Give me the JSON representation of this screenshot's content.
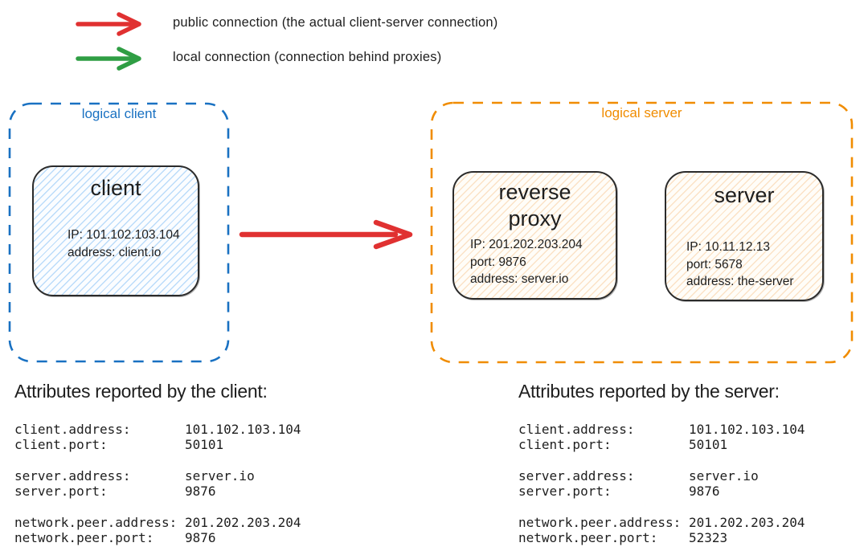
{
  "colors": {
    "public_connection": "#e03131",
    "local_connection": "#2f9e44",
    "logical_client_border": "#1971c2",
    "logical_server_border": "#f08c00",
    "node_stroke": "#2b2b2b",
    "client_fill": "#d6eaff",
    "server_fill": "#ffe9d1",
    "text": "#1e1e1e"
  },
  "legend": {
    "items": [
      {
        "icon": "red-arrow",
        "color": "#e03131",
        "label": "public connection (the actual client-server connection)"
      },
      {
        "icon": "green-arrow",
        "color": "#2f9e44",
        "label": "local connection (connection behind proxies)"
      }
    ]
  },
  "diagram": {
    "logical_client": {
      "label": "logical client",
      "border_color": "#1971c2",
      "nodes": [
        {
          "title": "client",
          "lines": [
            "IP: 101.102.103.104",
            "address: client.io"
          ]
        }
      ]
    },
    "logical_server": {
      "label": "logical server",
      "border_color": "#f08c00",
      "nodes": [
        {
          "title": "reverse proxy",
          "lines": [
            "IP: 201.202.203.204",
            "port: 9876",
            "address: server.io"
          ]
        },
        {
          "title": "server",
          "lines": [
            "IP: 10.11.12.13",
            "port: 5678",
            "address: the-server"
          ]
        }
      ]
    },
    "connection": {
      "type": "public",
      "color": "#e03131",
      "from": "client",
      "to": "logical server"
    }
  },
  "attributes_client": {
    "title": "Attributes reported by the client:",
    "groups": [
      [
        {
          "key": "client.address:",
          "value": "101.102.103.104"
        },
        {
          "key": "client.port:",
          "value": "50101"
        }
      ],
      [
        {
          "key": "server.address:",
          "value": "server.io"
        },
        {
          "key": "server.port:",
          "value": "9876"
        }
      ],
      [
        {
          "key": "network.peer.address:",
          "value": "201.202.203.204"
        },
        {
          "key": "network.peer.port:",
          "value": "9876"
        }
      ]
    ]
  },
  "attributes_server": {
    "title": "Attributes reported by the server:",
    "groups": [
      [
        {
          "key": "client.address:",
          "value": "101.102.103.104"
        },
        {
          "key": "client.port:",
          "value": "50101"
        }
      ],
      [
        {
          "key": "server.address:",
          "value": "server.io"
        },
        {
          "key": "server.port:",
          "value": "9876"
        }
      ],
      [
        {
          "key": "network.peer.address:",
          "value": "201.202.203.204"
        },
        {
          "key": "network.peer.port:",
          "value": "52323"
        }
      ]
    ]
  }
}
